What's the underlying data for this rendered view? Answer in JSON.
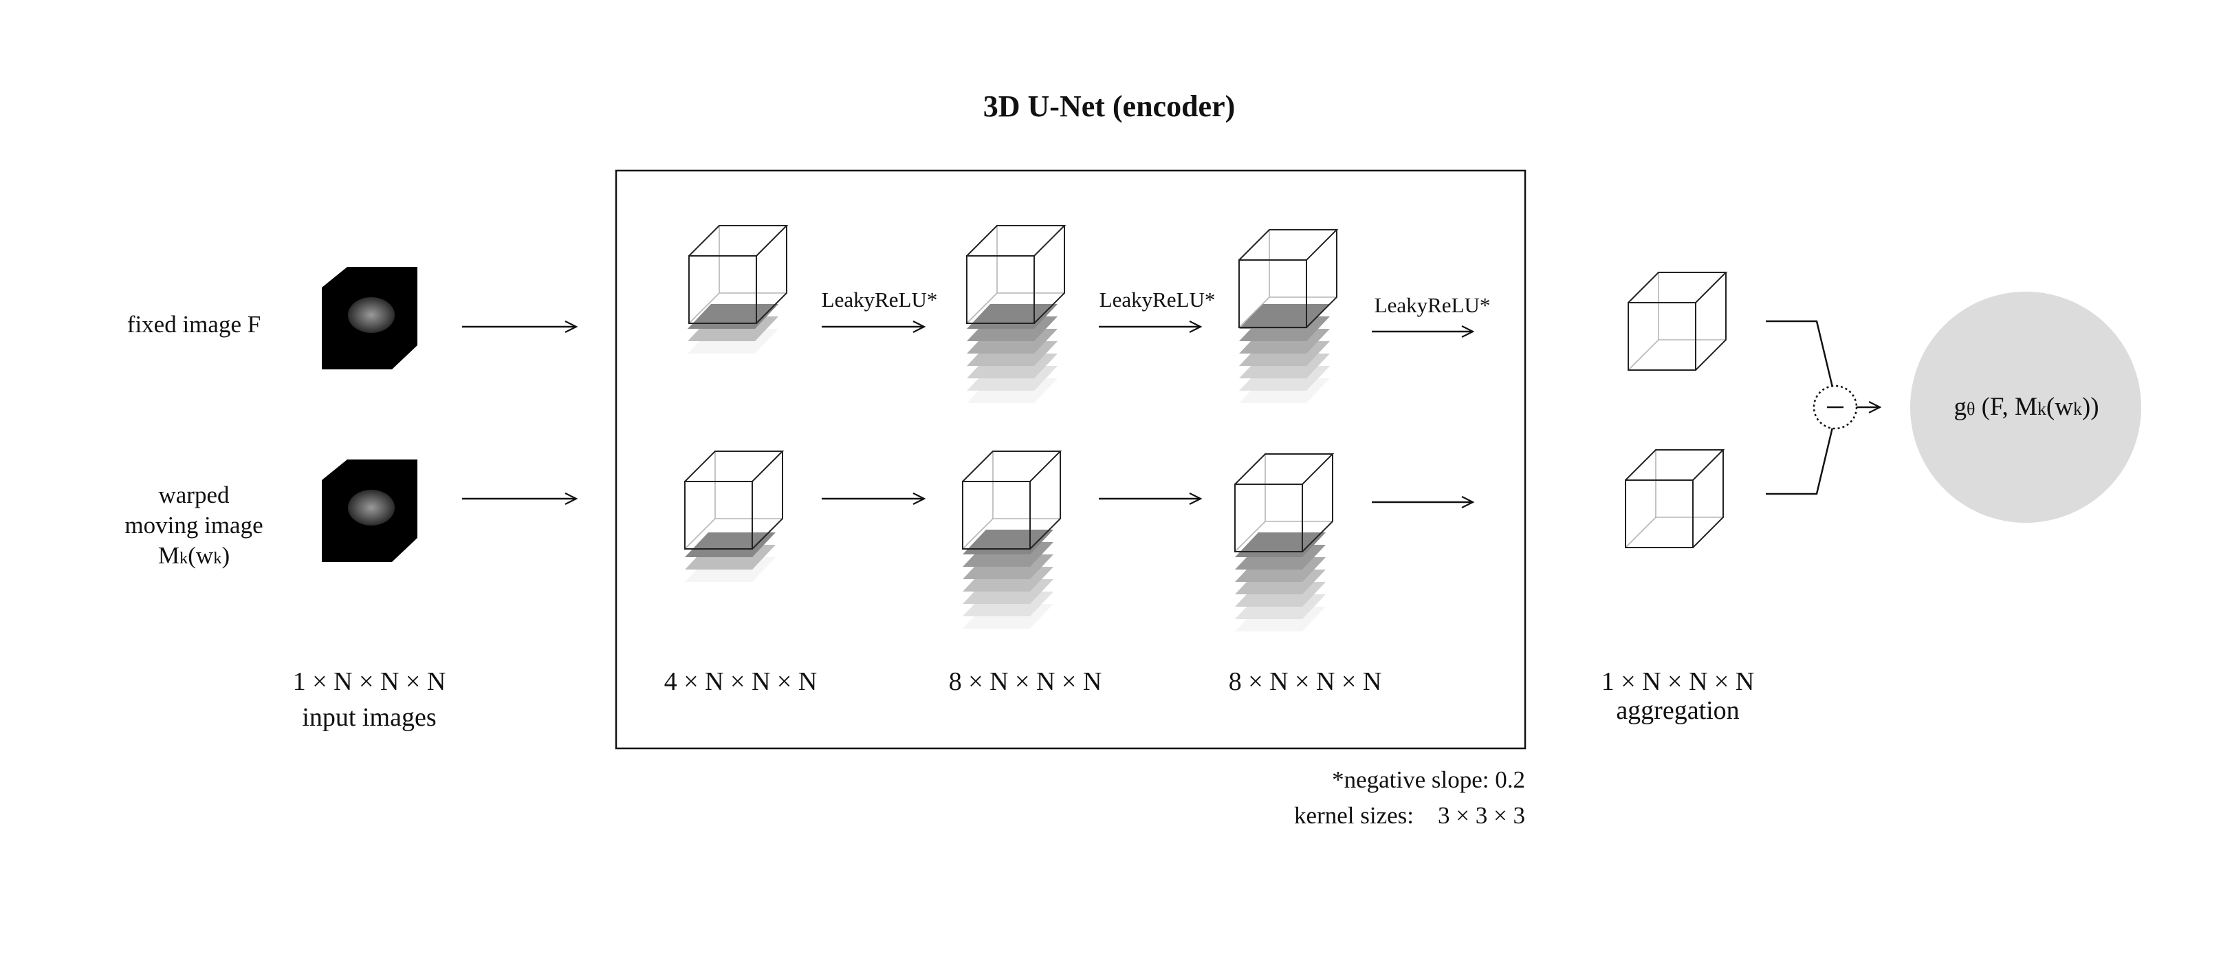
{
  "title": "3D U-Net (encoder)",
  "inputs": {
    "fixed_label": "fixed image F",
    "moving_label_lines": [
      "warped",
      "moving image"
    ],
    "moving_symbol": {
      "main": "M",
      "sub_k": "k",
      "open": "(w",
      "sub_w": "k",
      "close": ")"
    },
    "dims": "1 × N × N × N",
    "caption": "input images"
  },
  "encoder": {
    "stages": [
      {
        "dims": "4 × N × N × N",
        "activation": "LeakyReLU*"
      },
      {
        "dims": "8 × N × N × N",
        "activation": "LeakyReLU*"
      },
      {
        "dims": "8 × N × N × N",
        "activation": "LeakyReLU*"
      }
    ]
  },
  "aggregation": {
    "dims": "1 × N × N × N",
    "caption": "aggregation"
  },
  "operator": {
    "symbol": "−",
    "icon": "minus-circle-icon"
  },
  "output": {
    "g": "g",
    "theta": "θ",
    "open": "(F, M",
    "sub_k": "k",
    "mid": "(w",
    "sub_w": "k",
    "close": "))",
    "fill_color": "#dcdcdc"
  },
  "notes": {
    "slope": "*negative slope: 0.2",
    "kernel_label": "kernel sizes:",
    "kernel_value": "3 × 3 × 3"
  }
}
